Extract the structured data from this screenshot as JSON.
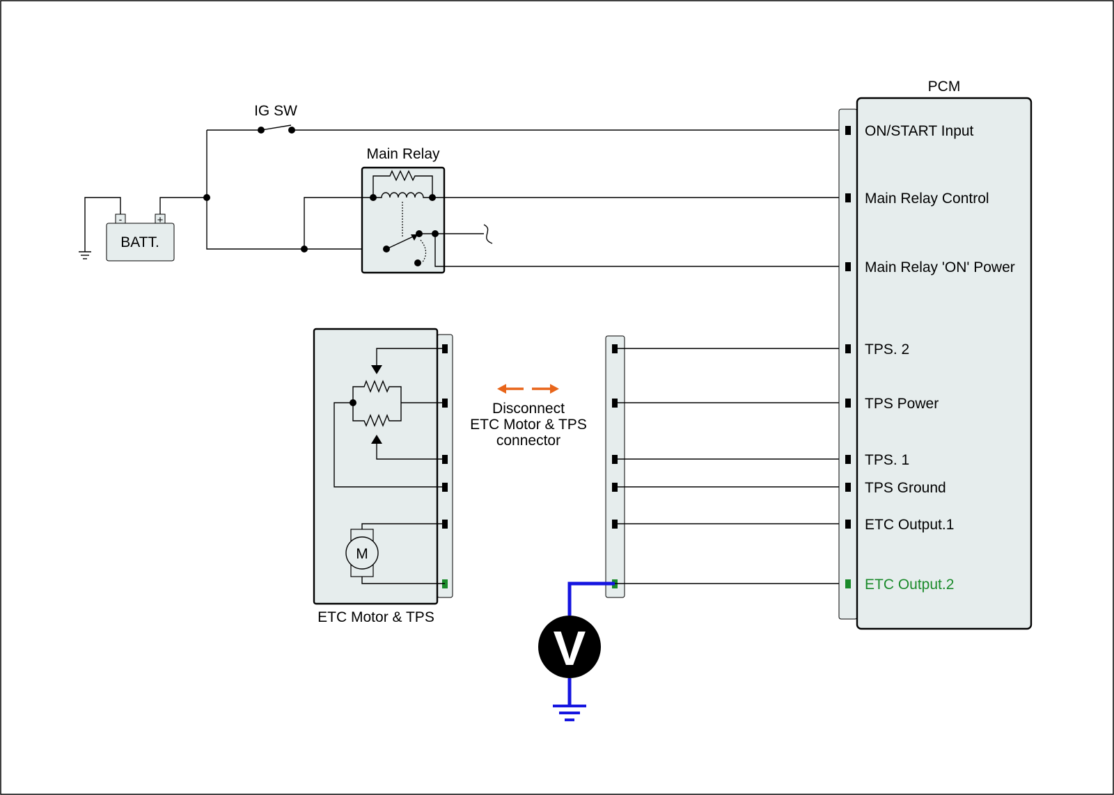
{
  "labels": {
    "ig_switch": "IG SW",
    "main_relay": "Main Relay",
    "battery": "BATT.",
    "battery_neg": "-",
    "battery_pos": "+",
    "pcm": "PCM",
    "etc_module": "ETC Motor & TPS",
    "motor": "M",
    "voltmeter": "V"
  },
  "note": {
    "line1": "Disconnect",
    "line2": "ETC Motor & TPS",
    "line3": "connector"
  },
  "pcm_pins": [
    {
      "label": "ON/START Input"
    },
    {
      "label": "Main Relay Control"
    },
    {
      "label": "Main Relay 'ON' Power"
    },
    {
      "label": "TPS. 2"
    },
    {
      "label": "TPS Power"
    },
    {
      "label": "TPS. 1"
    },
    {
      "label": "TPS Ground"
    },
    {
      "label": "ETC Output.1"
    },
    {
      "label": "ETC Output.2",
      "highlight": true
    }
  ],
  "colors": {
    "highlight": "#1a8a2a",
    "probe_wire": "#1515e0",
    "arrow": "#e8651a",
    "panel": "#e6eded"
  }
}
